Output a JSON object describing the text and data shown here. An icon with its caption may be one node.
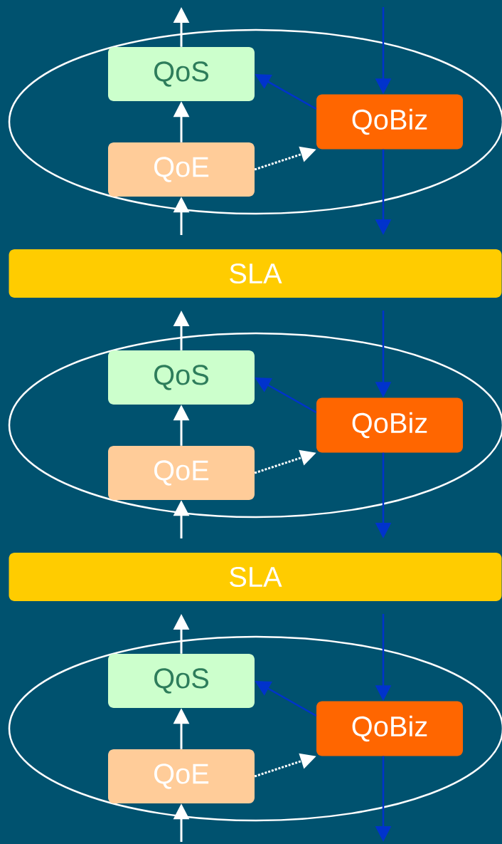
{
  "diagram": {
    "nodes": [
      {
        "text": [],
        "shape": "ellipse"
      },
      {
        "text": [
          "QoS"
        ],
        "in": 0
      },
      {
        "text": [
          "QoBiz"
        ],
        "in": 0
      },
      {
        "text": [
          "QoE"
        ],
        "in": 0
      },
      {
        "text": [
          "SLA"
        ]
      },
      {
        "text": [],
        "shape": "ellipse"
      },
      {
        "text": [
          "QoS"
        ],
        "in": 5
      },
      {
        "text": [
          "QoBiz"
        ],
        "in": 5
      },
      {
        "text": [
          "QoE"
        ],
        "in": 5
      },
      {
        "text": [
          "SLA"
        ]
      },
      {
        "text": [],
        "shape": "ellipse"
      },
      {
        "text": [
          "QoS"
        ],
        "in": 10
      },
      {
        "text": [
          "QoBiz"
        ],
        "in": 10
      },
      {
        "text": [
          "QoE"
        ],
        "in": 10
      }
    ],
    "edges": [
      {
        "from": 3,
        "to": 1,
        "arrow": "to"
      },
      {
        "from": 2,
        "to": 1,
        "arrow": "to",
        "color": "#0033cc"
      },
      {
        "from": 3,
        "to": 2,
        "arrow": "to",
        "style": "dashed"
      },
      {
        "from": null,
        "to": 3,
        "arrow": "to"
      },
      {
        "from": 1,
        "to": null,
        "arrow": "to"
      },
      {
        "from": null,
        "to": 2,
        "arrow": "to",
        "color": "#0033cc"
      },
      {
        "from": 2,
        "to": null,
        "arrow": "to",
        "color": "#0033cc"
      },
      {
        "from": 8,
        "to": 6,
        "arrow": "to"
      },
      {
        "from": 7,
        "to": 6,
        "arrow": "to",
        "color": "#0033cc"
      },
      {
        "from": 8,
        "to": 7,
        "arrow": "to",
        "style": "dashed"
      },
      {
        "from": null,
        "to": 8,
        "arrow": "to"
      },
      {
        "from": 6,
        "to": null,
        "arrow": "to"
      },
      {
        "from": null,
        "to": 7,
        "arrow": "to",
        "color": "#0033cc"
      },
      {
        "from": 7,
        "to": null,
        "arrow": "to",
        "color": "#0033cc"
      },
      {
        "from": 13,
        "to": 11,
        "arrow": "to"
      },
      {
        "from": 12,
        "to": 11,
        "arrow": "to",
        "color": "#0033cc"
      },
      {
        "from": 13,
        "to": 12,
        "arrow": "to",
        "style": "dashed"
      },
      {
        "from": null,
        "to": 13,
        "arrow": "to"
      },
      {
        "from": 11,
        "to": null,
        "arrow": "to"
      },
      {
        "from": null,
        "to": 12,
        "arrow": "to",
        "color": "#0033cc"
      },
      {
        "from": 12,
        "to": null,
        "arrow": "to",
        "color": "#0033cc"
      }
    ]
  }
}
